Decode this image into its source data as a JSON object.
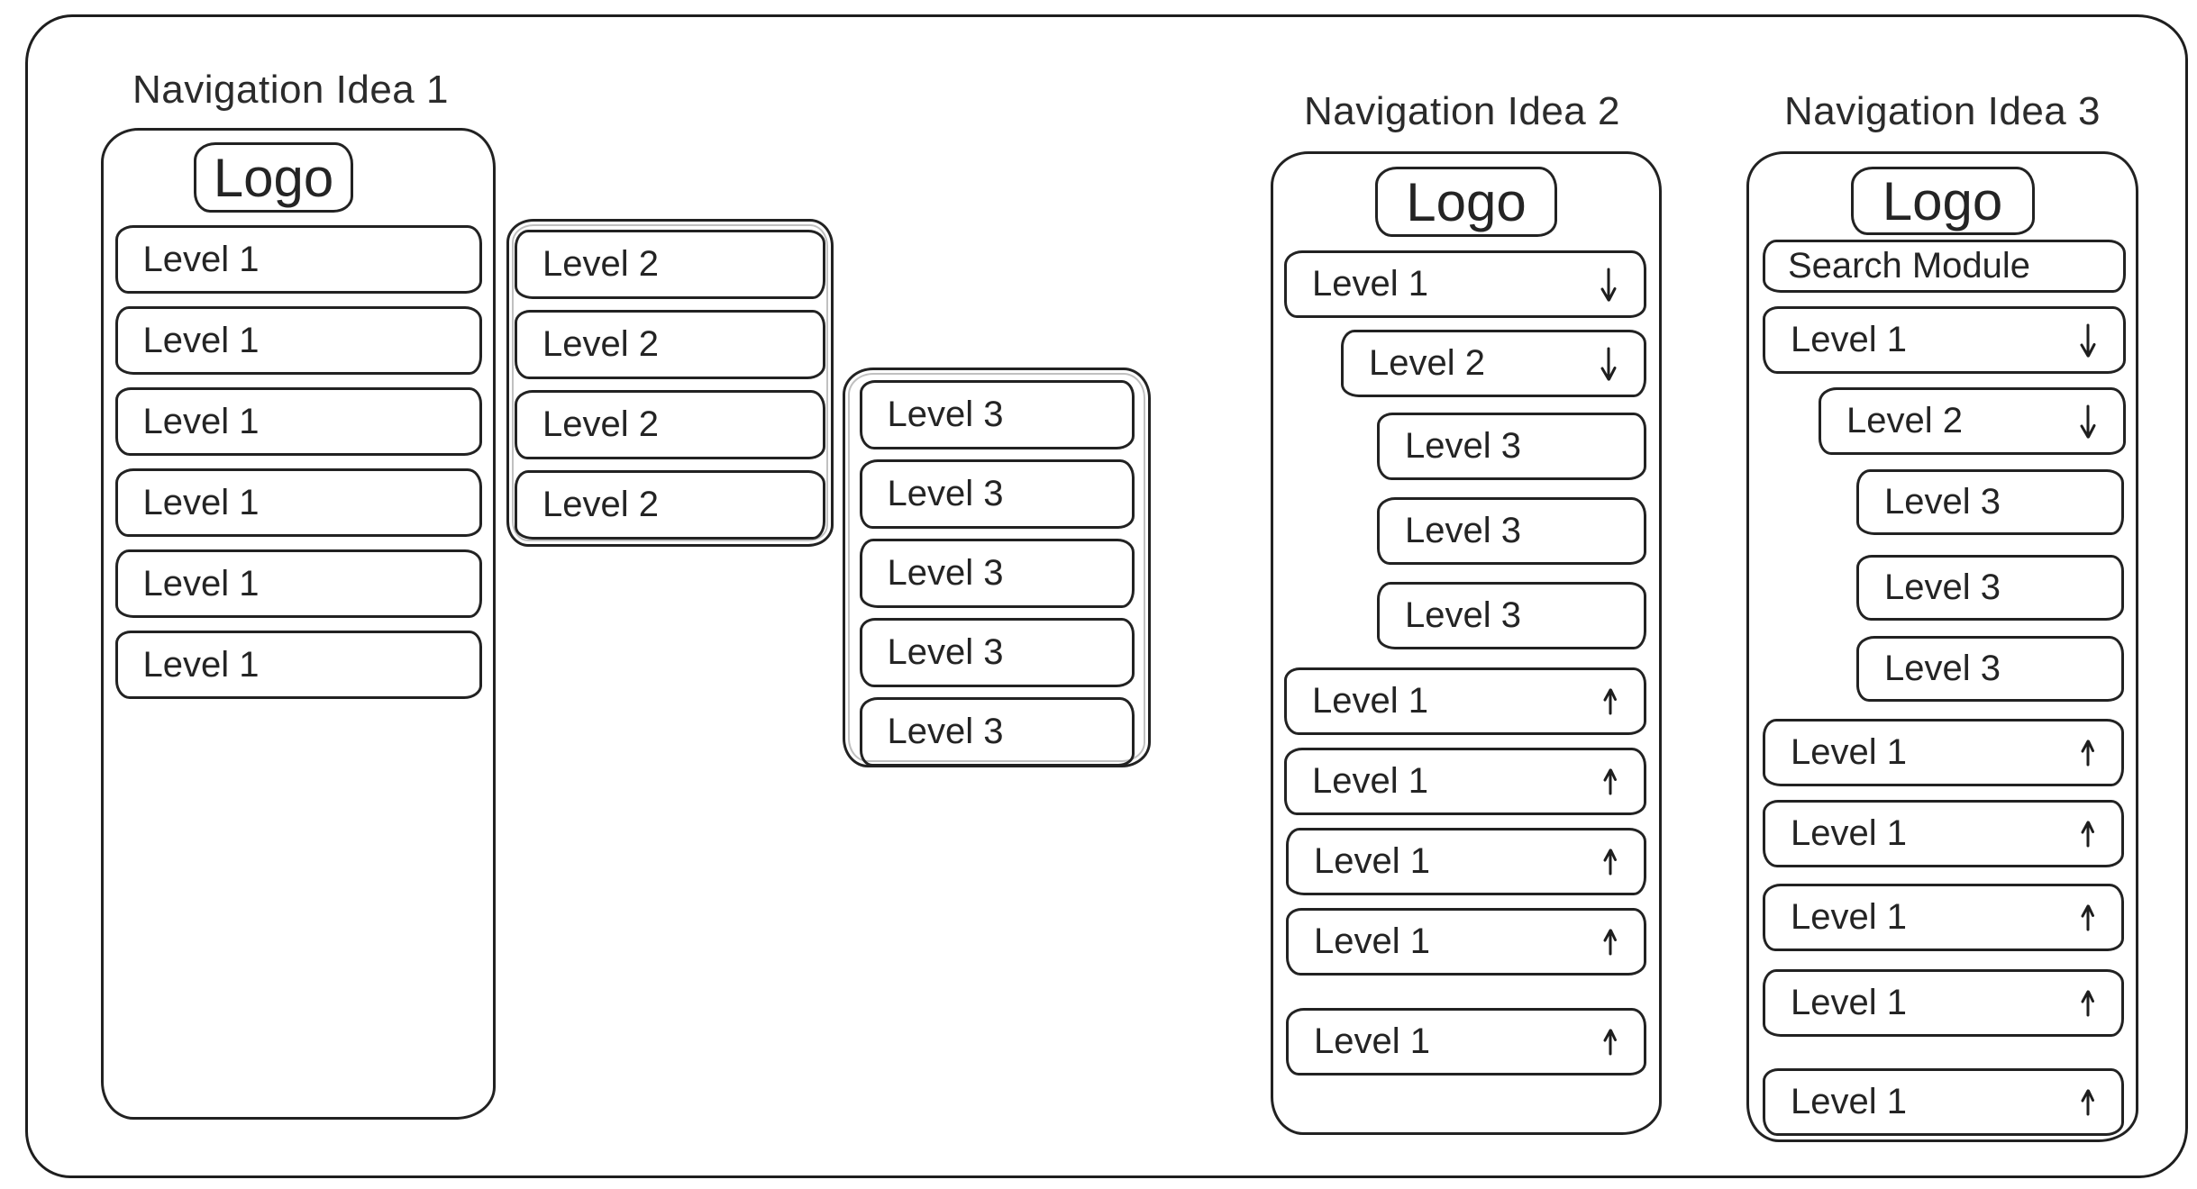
{
  "canvas": {
    "background": "#ffffff",
    "stroke_color": "#1e1e1e"
  },
  "nav1": {
    "title": "Navigation Idea 1",
    "logo": "Logo",
    "items": [
      "Level 1",
      "Level 1",
      "Level 1",
      "Level 1",
      "Level 1",
      "Level 1"
    ],
    "level2_flyout": {
      "items": [
        "Level 2",
        "Level 2",
        "Level 2",
        "Level 2"
      ]
    },
    "level3_flyout": {
      "items": [
        "Level 3",
        "Level 3",
        "Level 3",
        "Level 3",
        "Level 3"
      ]
    }
  },
  "nav2": {
    "title": "Navigation Idea 2",
    "logo": "Logo",
    "expanded": [
      {
        "label": "Level 1",
        "icon": "arrow-down"
      },
      {
        "label": "Level 2",
        "icon": "arrow-down"
      }
    ],
    "level3_items": [
      "Level 3",
      "Level 3",
      "Level 3"
    ],
    "collapsed": [
      {
        "label": "Level 1",
        "icon": "arrow-up"
      },
      {
        "label": "Level 1",
        "icon": "arrow-up"
      },
      {
        "label": "Level 1",
        "icon": "arrow-up"
      },
      {
        "label": "Level 1",
        "icon": "arrow-up"
      },
      {
        "label": "Level 1",
        "icon": "arrow-up"
      }
    ]
  },
  "nav3": {
    "title": "Navigation Idea 3",
    "logo": "Logo",
    "search_label": "Search Module",
    "expanded": [
      {
        "label": "Level 1",
        "icon": "arrow-down"
      },
      {
        "label": "Level 2",
        "icon": "arrow-down"
      }
    ],
    "level3_items": [
      "Level 3",
      "Level 3",
      "Level 3"
    ],
    "collapsed": [
      {
        "label": "Level 1",
        "icon": "arrow-up"
      },
      {
        "label": "Level 1",
        "icon": "arrow-up"
      },
      {
        "label": "Level 1",
        "icon": "arrow-up"
      },
      {
        "label": "Level 1",
        "icon": "arrow-up"
      },
      {
        "label": "Level 1",
        "icon": "arrow-up"
      }
    ]
  }
}
